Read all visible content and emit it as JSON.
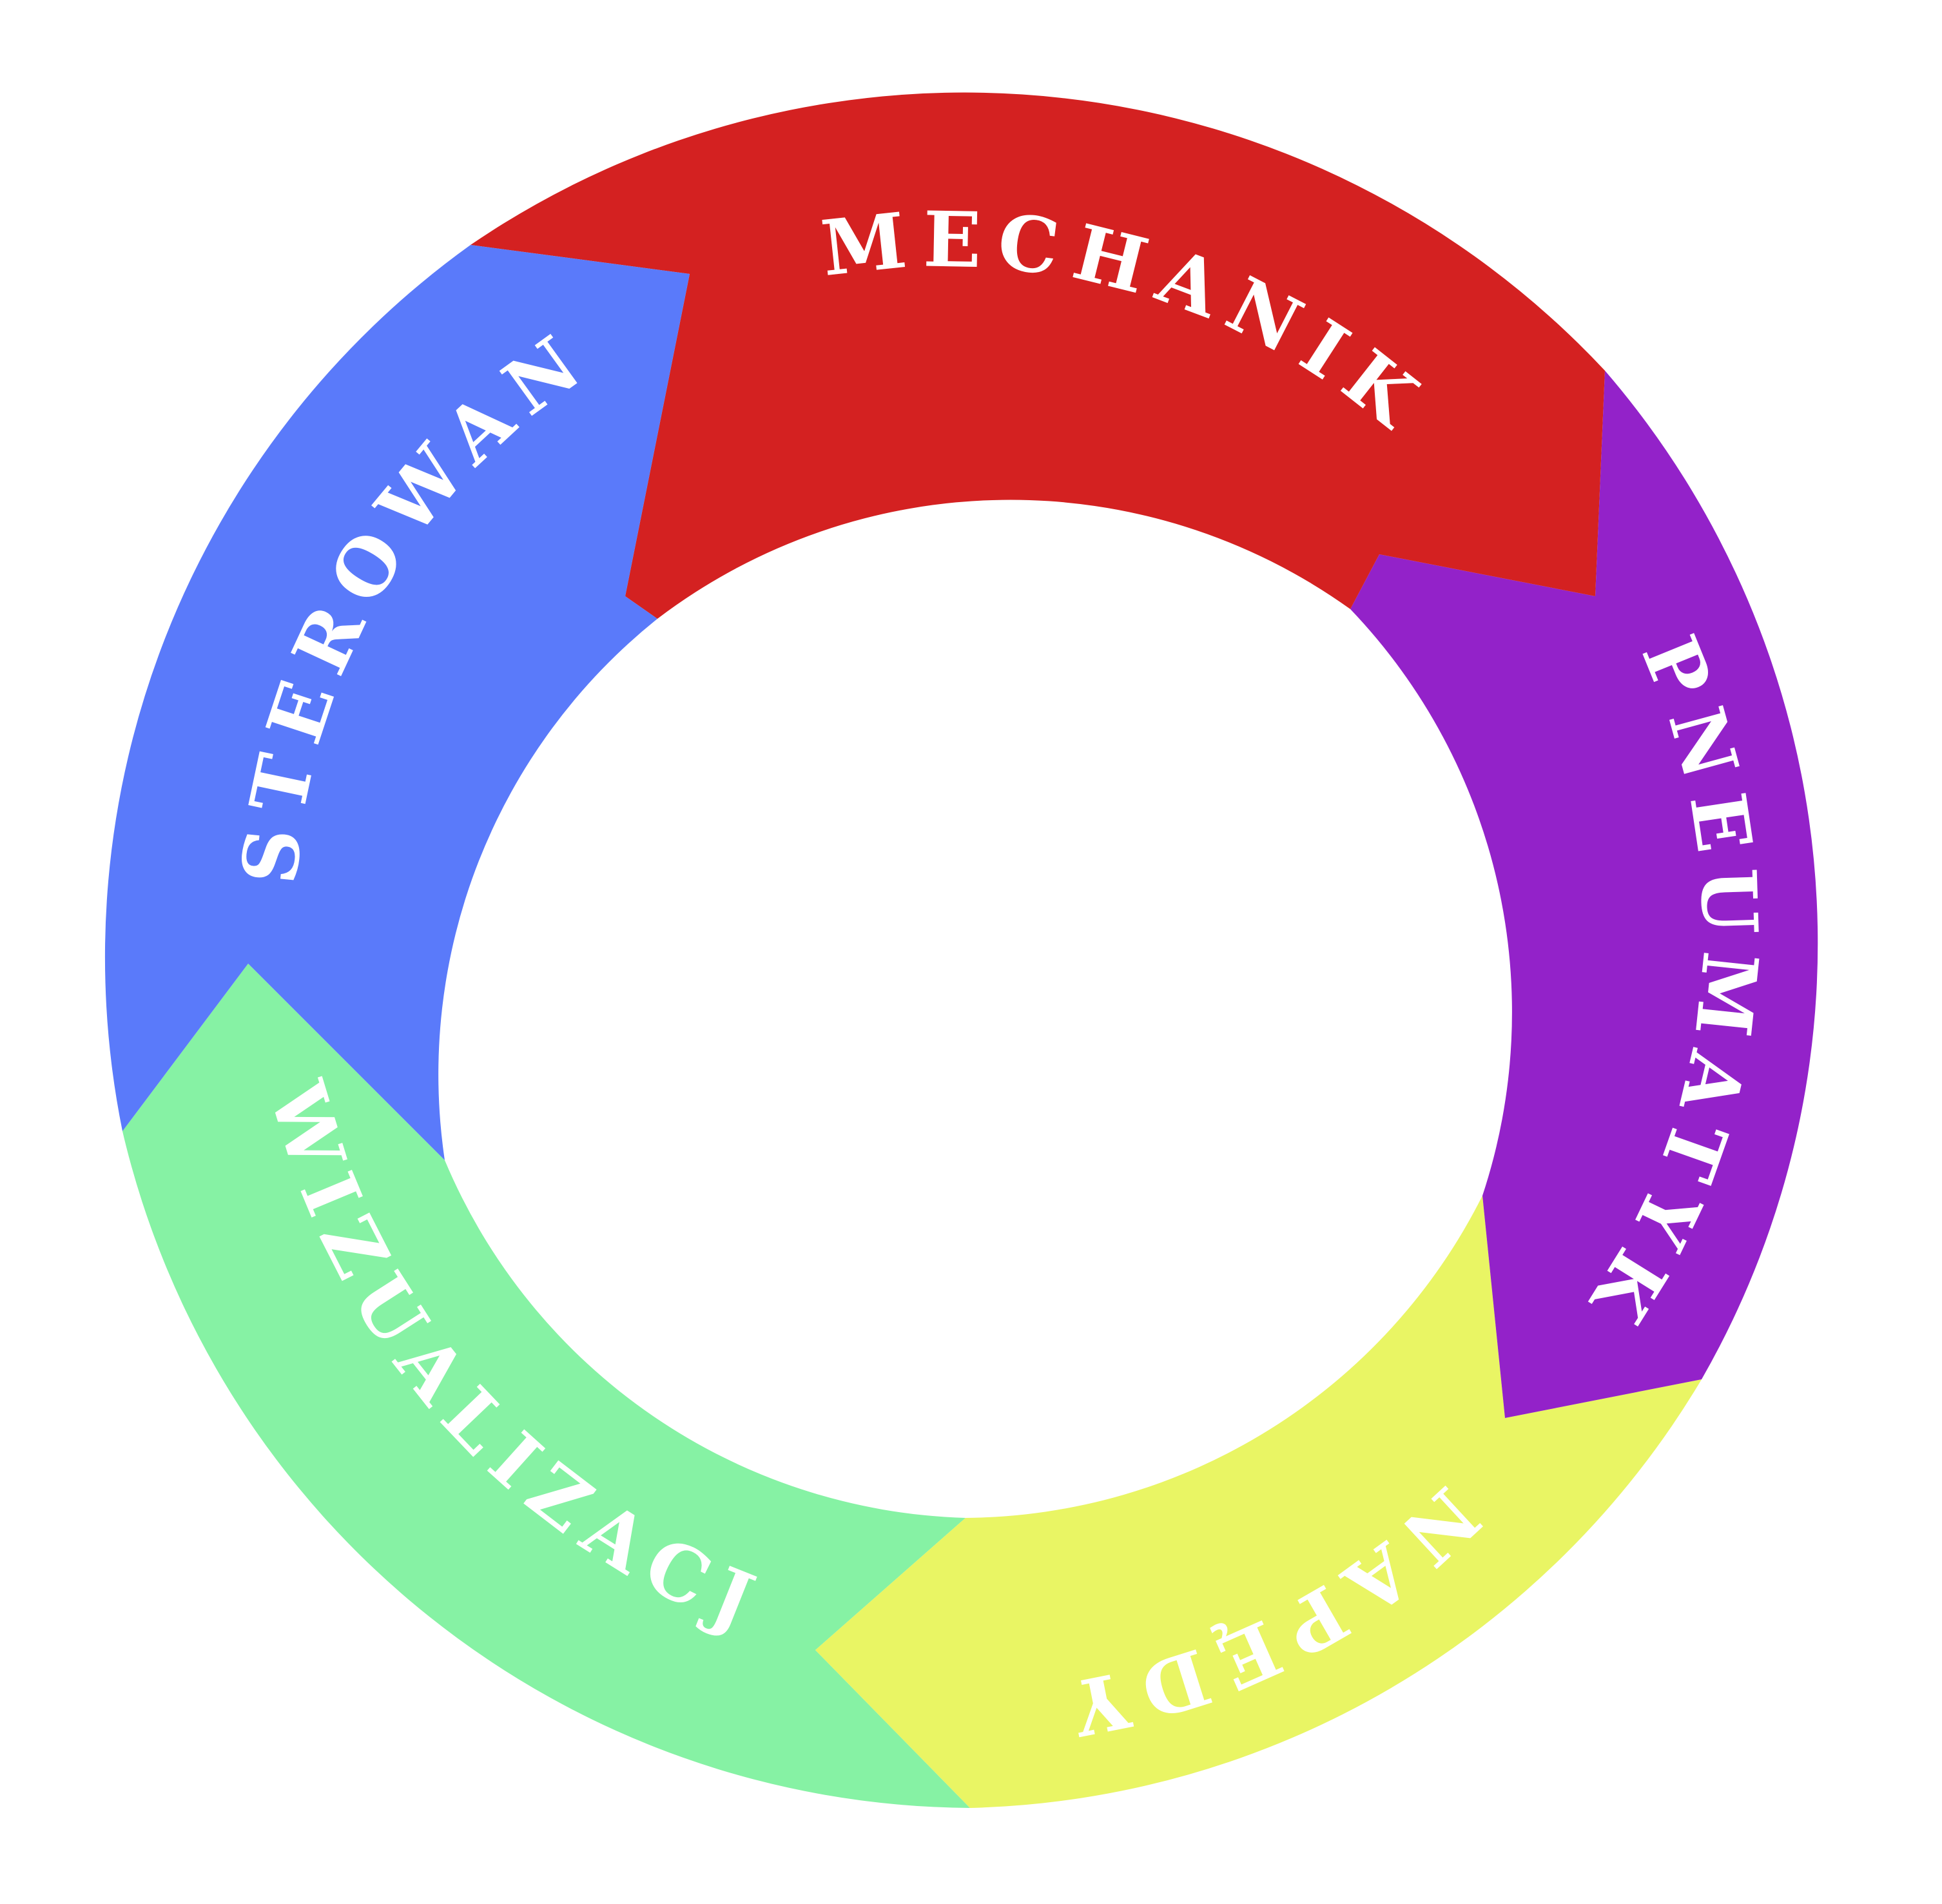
{
  "diagram": {
    "type": "cycle",
    "segments": [
      {
        "label": "MECHANIKA",
        "color": "#d42121"
      },
      {
        "label": "PNEUMATYKA",
        "color": "#9322c9"
      },
      {
        "label": "NAPĘDY",
        "color": "#e9f564"
      },
      {
        "label": "WIZUALIZACJA",
        "color": "#86f2a4"
      },
      {
        "label": "STEROWANIE",
        "color": "#5a7afa"
      }
    ],
    "text_color": "#ffffff"
  }
}
